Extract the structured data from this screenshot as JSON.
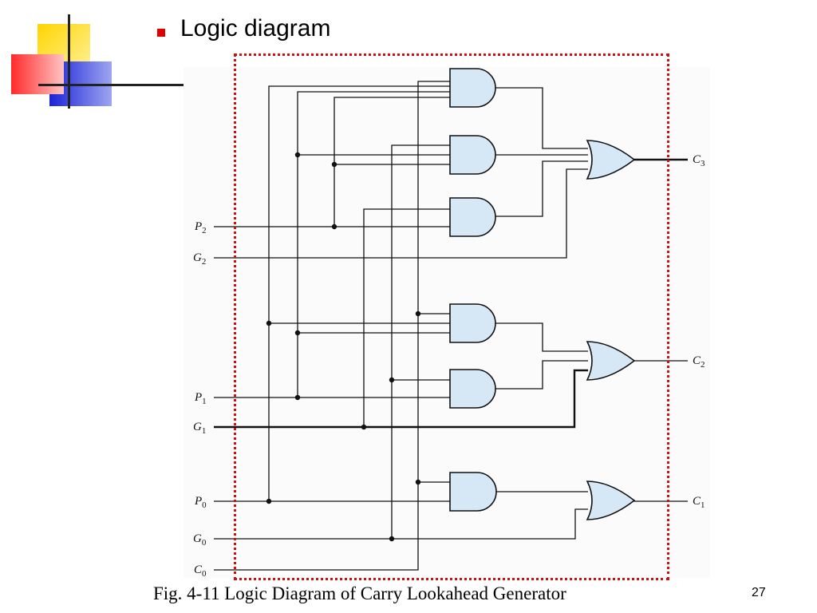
{
  "slide": {
    "heading": "Logic diagram",
    "caption": "Fig. 4-11  Logic Diagram of Carry Lookahead Generator",
    "page_number": "27"
  },
  "diagram": {
    "inputs": [
      {
        "id": "P2",
        "base": "P",
        "sub": "2"
      },
      {
        "id": "G2",
        "base": "G",
        "sub": "2"
      },
      {
        "id": "P1",
        "base": "P",
        "sub": "1"
      },
      {
        "id": "G1",
        "base": "G",
        "sub": "1"
      },
      {
        "id": "P0",
        "base": "P",
        "sub": "0"
      },
      {
        "id": "G0",
        "base": "G",
        "sub": "0"
      },
      {
        "id": "C0",
        "base": "C",
        "sub": "0"
      }
    ],
    "outputs": [
      {
        "id": "C3",
        "base": "C",
        "sub": "3"
      },
      {
        "id": "C2",
        "base": "C",
        "sub": "2"
      },
      {
        "id": "C1",
        "base": "C",
        "sub": "1"
      }
    ],
    "gates": [
      {
        "id": "and-c3-a",
        "type": "AND",
        "inputs": [
          "P2",
          "P1",
          "P0",
          "C0"
        ]
      },
      {
        "id": "and-c3-b",
        "type": "AND",
        "inputs": [
          "P2",
          "P1",
          "G0"
        ]
      },
      {
        "id": "and-c3-c",
        "type": "AND",
        "inputs": [
          "P2",
          "G1"
        ]
      },
      {
        "id": "or-c3",
        "type": "OR",
        "inputs": [
          "and-c3-a",
          "and-c3-b",
          "and-c3-c",
          "G2"
        ],
        "output": "C3"
      },
      {
        "id": "and-c2-a",
        "type": "AND",
        "inputs": [
          "C0",
          "P0",
          "P1"
        ]
      },
      {
        "id": "and-c2-b",
        "type": "AND",
        "inputs": [
          "G0",
          "P1"
        ]
      },
      {
        "id": "or-c2",
        "type": "OR",
        "inputs": [
          "and-c2-a",
          "and-c2-b",
          "G1"
        ],
        "output": "C2"
      },
      {
        "id": "and-c1",
        "type": "AND",
        "inputs": [
          "C0",
          "P0"
        ]
      },
      {
        "id": "or-c1",
        "type": "OR",
        "inputs": [
          "and-c1",
          "G0"
        ],
        "output": "C1"
      }
    ]
  }
}
